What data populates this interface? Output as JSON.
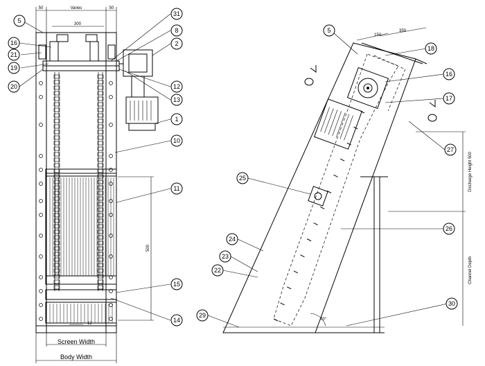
{
  "left_view": {
    "callouts": [
      {
        "id": "5",
        "text": "5"
      },
      {
        "id": "16",
        "text": "16"
      },
      {
        "id": "21",
        "text": "21"
      },
      {
        "id": "19",
        "text": "19"
      },
      {
        "id": "20",
        "text": "20"
      },
      {
        "id": "31",
        "text": "31"
      },
      {
        "id": "8",
        "text": "8"
      },
      {
        "id": "2",
        "text": "2"
      },
      {
        "id": "12",
        "text": "12"
      },
      {
        "id": "13",
        "text": "13"
      },
      {
        "id": "1",
        "text": "1"
      },
      {
        "id": "10",
        "text": "10"
      },
      {
        "id": "11",
        "text": "11"
      },
      {
        "id": "15",
        "text": "15"
      },
      {
        "id": "14",
        "text": "14"
      }
    ],
    "dims": {
      "top_left": "50",
      "top_mid": "Varies",
      "top_right": "50",
      "inner": "300",
      "height": "500",
      "bar": "12",
      "screen_width": "Screen Width",
      "body_width": "Body Width"
    }
  },
  "right_view": {
    "callouts": [
      {
        "id": "5",
        "text": "5"
      },
      {
        "id": "18",
        "text": "18"
      },
      {
        "id": "16",
        "text": "16"
      },
      {
        "id": "17",
        "text": "17"
      },
      {
        "id": "27",
        "text": "27"
      },
      {
        "id": "25",
        "text": "25"
      },
      {
        "id": "26",
        "text": "26"
      },
      {
        "id": "24",
        "text": "24"
      },
      {
        "id": "23",
        "text": "23"
      },
      {
        "id": "22",
        "text": "22"
      },
      {
        "id": "29",
        "text": "29"
      },
      {
        "id": "30",
        "text": "30"
      }
    ],
    "dims": {
      "d150": "150",
      "d359": "359",
      "angle": "70°",
      "discharge": "Discharge Height 500",
      "channel": "Channel Depth"
    }
  }
}
